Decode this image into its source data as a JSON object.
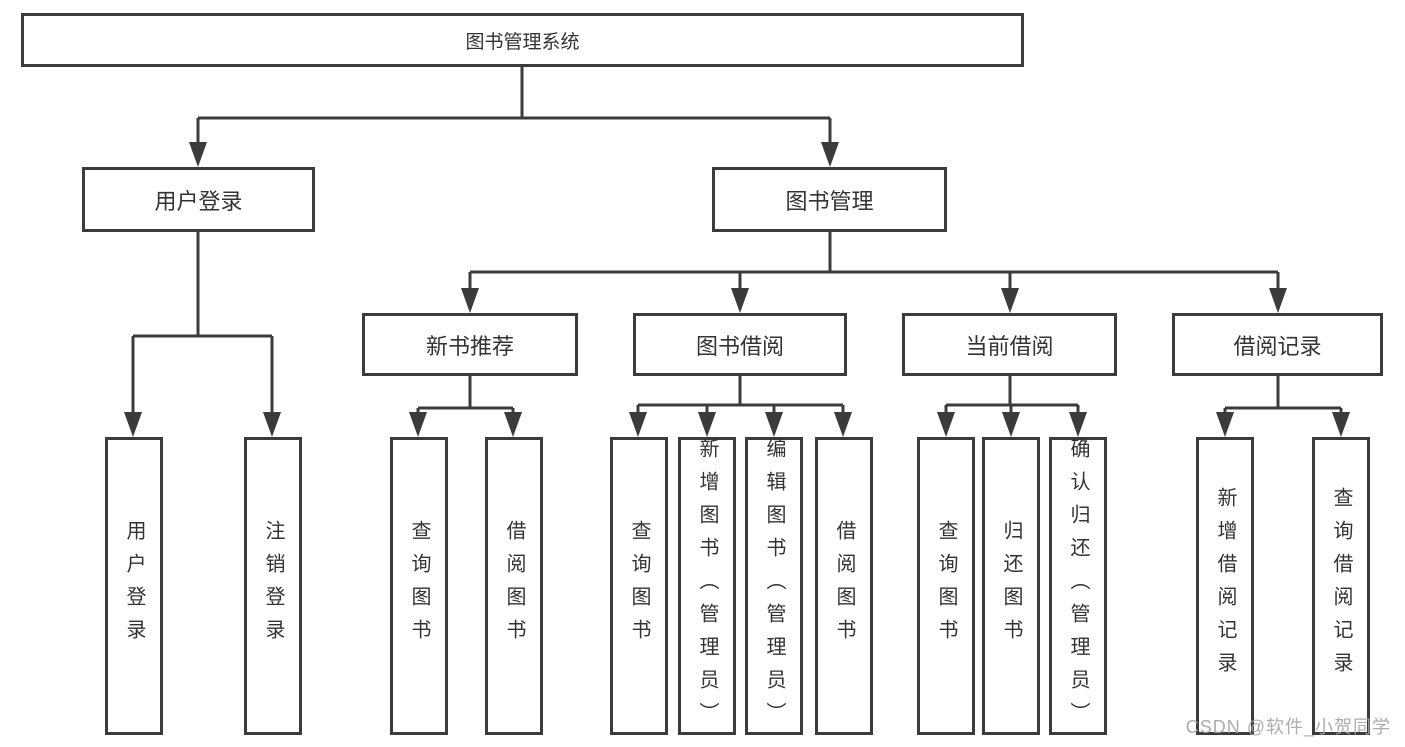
{
  "tree": {
    "root": {
      "label": "图书管理系统"
    },
    "children": [
      {
        "label": "用户登录",
        "children": [
          {
            "label": "用户登录"
          },
          {
            "label": "注销登录"
          }
        ]
      },
      {
        "label": "图书管理",
        "children": [
          {
            "label": "新书推荐",
            "children": [
              {
                "label": "查询图书"
              },
              {
                "label": "借阅图书"
              }
            ]
          },
          {
            "label": "图书借阅",
            "children": [
              {
                "label": "查询图书"
              },
              {
                "label": "新增图书（管理员）"
              },
              {
                "label": "编辑图书（管理员）"
              },
              {
                "label": "借阅图书"
              }
            ]
          },
          {
            "label": "当前借阅",
            "children": [
              {
                "label": "查询图书"
              },
              {
                "label": "归还图书"
              },
              {
                "label": "确认归还（管理员）"
              }
            ]
          },
          {
            "label": "借阅记录",
            "children": [
              {
                "label": "新增借阅记录"
              },
              {
                "label": "查询借阅记录"
              }
            ]
          }
        ]
      }
    ]
  },
  "colors": {
    "line": "#3b3b3b",
    "text": "#333333",
    "watermark": "#a4a4a4"
  },
  "watermark": {
    "text": "CSDN @软件_小贺同学"
  }
}
